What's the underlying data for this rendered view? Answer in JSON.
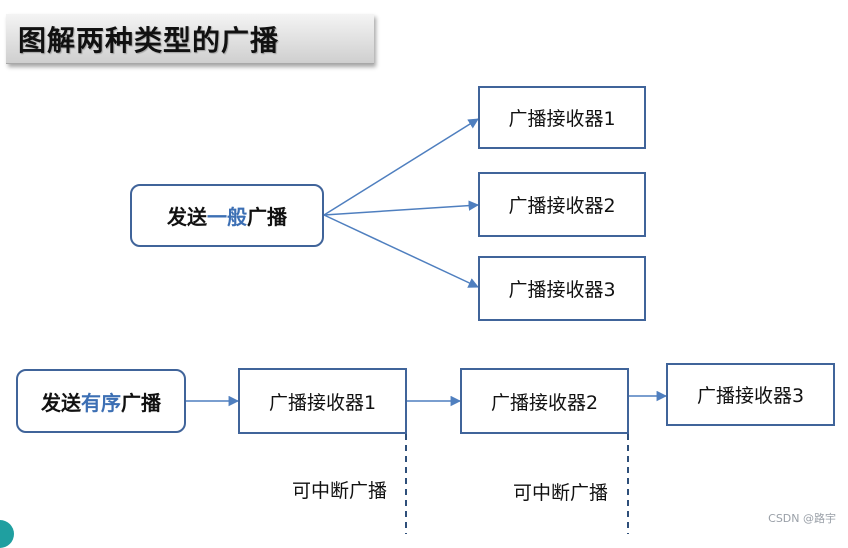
{
  "title": "图解两种类型的广播",
  "normal": {
    "sender_prefix": "发送",
    "sender_highlight": "一般",
    "sender_suffix": "广播",
    "receivers": [
      "广播接收器1",
      "广播接收器2",
      "广播接收器3"
    ]
  },
  "ordered": {
    "sender_prefix": "发送",
    "sender_highlight": "有序",
    "sender_suffix": "广播",
    "receivers": [
      "广播接收器1",
      "广播接收器2",
      "广播接收器3"
    ],
    "interrupt_label_1": "可中断广播",
    "interrupt_label_2": "可中断广播"
  },
  "watermark": "CSDN @路宇",
  "colors": {
    "border": "#40649a",
    "arrow": "#4f7fbf",
    "highlight": "#3c6fb4",
    "dashed": "#2e4f7a"
  }
}
